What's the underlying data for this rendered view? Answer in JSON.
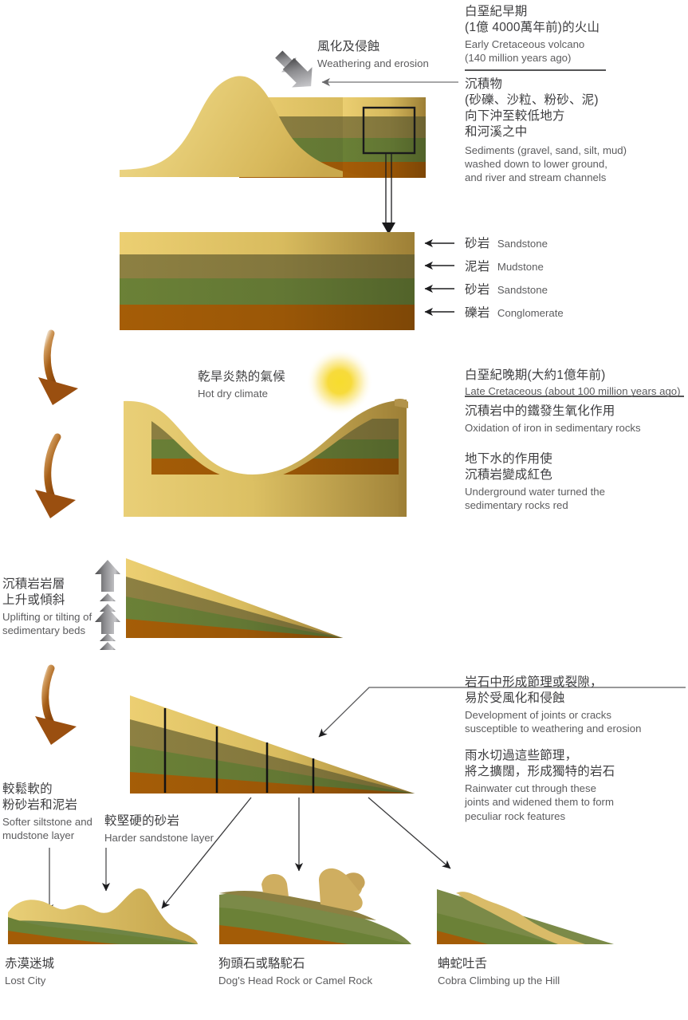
{
  "diagram": {
    "title_semantics": "Formation of sedimentary rock landforms in Hong Kong Global Geopark",
    "colors": {
      "sandstone_top": "#ead06f",
      "mudstone": "#8d8042",
      "sandstone_green": "#6b8137",
      "conglomerate": "#a35c07",
      "arrow_brown": "#9a4f10",
      "arrow_gray": "#6e6e70",
      "sun": "#f5d423",
      "text_zh": "#3d3d3f",
      "text_en": "#5c5c5e",
      "line": "#58585a"
    }
  },
  "stage1": {
    "weathering": {
      "zh": "風化及侵蝕",
      "en": "Weathering and erosion"
    },
    "volcano": {
      "zh_line1": "白堊紀早期",
      "zh_line2": "(1億 4000萬年前)的火山",
      "en_line1": "Early Cretaceous volcano",
      "en_line2": "(140 million years ago)"
    },
    "sediments": {
      "zh_line1": "沉積物",
      "zh_line2": "(砂礫、沙粒、粉砂、泥)",
      "zh_line3": "向下沖至較低地方",
      "zh_line4": "和河溪之中",
      "en_line1": "Sediments (gravel, sand, silt, mud)",
      "en_line2": "washed down to lower ground,",
      "en_line3": "and river and stream channels"
    }
  },
  "stage2": {
    "layers": [
      {
        "zh": "砂岩",
        "en": "Sandstone",
        "color": "#ead06f"
      },
      {
        "zh": "泥岩",
        "en": "Mudstone",
        "color": "#8d8042"
      },
      {
        "zh": "砂岩",
        "en": "Sandstone",
        "color": "#6b8137"
      },
      {
        "zh": "礫岩",
        "en": "Conglomerate",
        "color": "#a35c07"
      }
    ]
  },
  "stage3": {
    "climate": {
      "zh": "乾旱炎熱的氣候",
      "en": "Hot dry climate"
    },
    "heading": {
      "zh": "白堊紀晚期(大約1億年前)",
      "en": "Late Cretaceous (about 100 million years ago)"
    },
    "oxidation": {
      "zh": "沉積岩中的鐵發生氧化作用",
      "en": "Oxidation of iron in sedimentary rocks"
    },
    "groundwater": {
      "zh_line1": "地下水的作用使",
      "zh_line2": "沉積岩變成紅色",
      "en_line1": "Underground water turned the",
      "en_line2": "sedimentary rocks red"
    }
  },
  "stage4": {
    "uplift": {
      "zh_line1": "沉積岩岩層",
      "zh_line2": "上升或傾斜",
      "en_line1": "Uplifting or tilting of",
      "en_line2": "sedimentary beds"
    }
  },
  "stage5": {
    "joints": {
      "zh_line1": "岩石中形成節理或裂隙，",
      "zh_line2": "易於受風化和侵蝕",
      "en_line1": "Development of joints or cracks",
      "en_line2": "susceptible to weathering and erosion"
    },
    "rainwater": {
      "zh_line1": "雨水切過這些節理，",
      "zh_line2": "將之擴闊，形成獨特的岩石",
      "en_line1": "Rainwater cut through these",
      "en_line2": "joints and widened them to form",
      "en_line3": "peculiar rock features"
    },
    "softer": {
      "zh_line1": "較鬆軟的",
      "zh_line2": "粉砂岩和泥岩",
      "en_line1": "Softer siltstone and",
      "en_line2": "mudstone layer"
    },
    "harder": {
      "zh_line1": "較堅硬的砂岩",
      "en_line1": "Harder sandstone layer"
    }
  },
  "landforms": [
    {
      "zh": "赤漠迷城",
      "en": "Lost City"
    },
    {
      "zh": "狗頭石或駱駝石",
      "en": "Dog's Head Rock or Camel Rock"
    },
    {
      "zh": "蚺蛇吐舌",
      "en": "Cobra Climbing up the Hill"
    }
  ]
}
